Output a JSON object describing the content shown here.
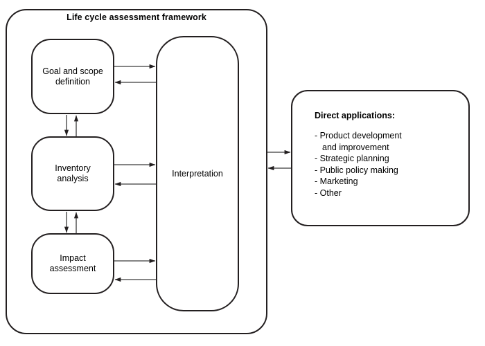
{
  "framework": {
    "title": "Life cycle assessment framework",
    "stages": [
      {
        "id": "goal-and-scope-definition",
        "label": "Goal and scope\ndefinition"
      },
      {
        "id": "inventory-analysis",
        "label": "Inventory\nanalysis"
      },
      {
        "id": "impact-assessment",
        "label": "Impact\nassessment"
      }
    ],
    "interpretation": {
      "id": "interpretation",
      "label": "Interpretation"
    }
  },
  "applications": {
    "title": "Direct applications:",
    "items": [
      "- Product development\n  and improvement",
      "- Strategic planning",
      "- Public policy making",
      "- Marketing",
      "- Other"
    ]
  },
  "style": {
    "stroke": "#231f20",
    "arrow_stroke": "#3a3a3a",
    "background": "#ffffff"
  }
}
